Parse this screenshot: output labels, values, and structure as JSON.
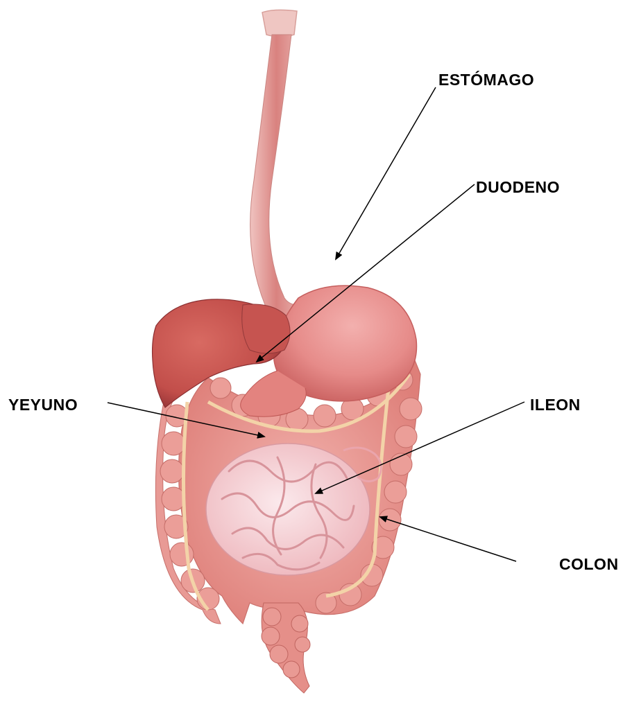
{
  "labels": {
    "estomago": "ESTÓMAGO",
    "duodeno": "DUODENO",
    "yeyuno": "YEYUNO",
    "ileon": "ILEON",
    "colon": "COLON"
  },
  "colors": {
    "text": "#000000",
    "leader_line": "#000000",
    "liver": "#c9544f",
    "stomach": "#e5898a",
    "intestine": "#eba39d",
    "small_intestine": "#f5d2d6",
    "fat_band": "#f3d3a8",
    "esophagus": "#e7a9a6"
  },
  "icons": [
    "digestive-system-illustration"
  ]
}
